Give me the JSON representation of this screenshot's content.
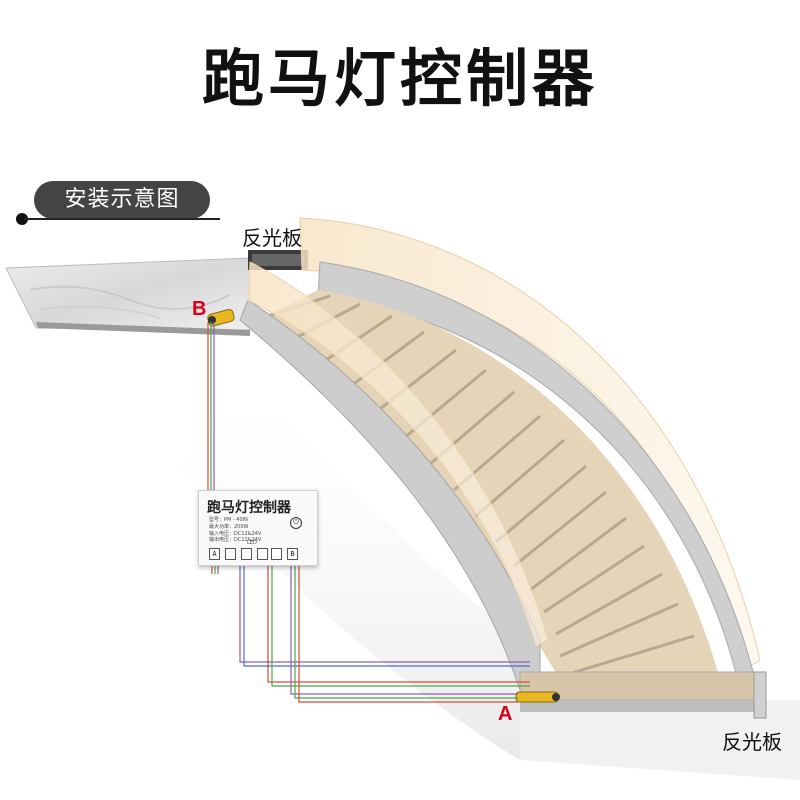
{
  "title": "跑马灯控制器",
  "badge": "安装示意图",
  "labels": {
    "reflector_top": "反光板",
    "reflector_bottom": "反光板",
    "sensor_b": "B",
    "sensor_a": "A"
  },
  "controller": {
    "title": "跑马灯控制器",
    "model": "型号：PM - 40IN",
    "power": "最大功率：200W",
    "input_voltage": "输入电压：DC12&24V",
    "output_voltage": "输出电压：DC12&24V",
    "led": "LED",
    "power_symbol": "⏻",
    "terminals": [
      "A",
      "",
      "",
      "",
      "",
      "B"
    ]
  },
  "colors": {
    "wire_red": "#d94a3a",
    "wire_green": "#4aa84a",
    "wire_purple": "#8b5fb0",
    "wire_blue": "#4a6fc9",
    "sensor_yellow": "#e8b820",
    "stone": "#c9c9c9",
    "step_tread": "#e9d8bf",
    "glass": "#f5e4c8"
  }
}
